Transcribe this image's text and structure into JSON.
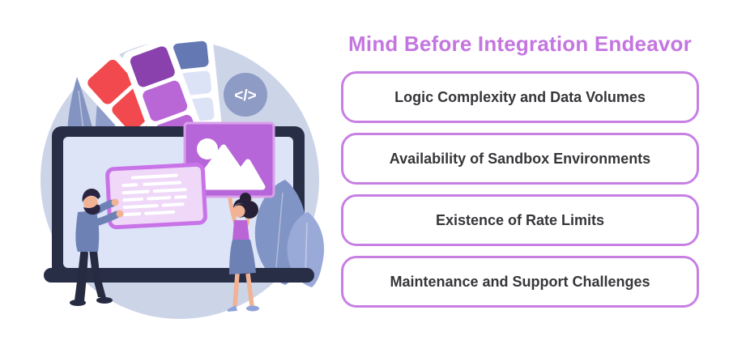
{
  "title": "Mind Before Integration Endeavor",
  "items": [
    {
      "label": "Logic Complexity and Data Volumes"
    },
    {
      "label": "Availability of Sandbox Environments"
    },
    {
      "label": "Existence of Rate Limits"
    },
    {
      "label": "Maintenance and Support Challenges"
    }
  ],
  "illustration": {
    "description": "Two people decorating a large laptop screen with a text card and an image card, color swatches and a code symbol above",
    "code_icon_glyph": "</>"
  },
  "colors": {
    "title_purple": "#c476e0",
    "box_border": "#c77fe3",
    "box_text": "#36363a",
    "box_background": "#ffffff",
    "illustration_circle": "#ccd4e8",
    "laptop_frame": "#272e45",
    "laptop_screen": "#dde4f8",
    "card_purple": "#b766d9",
    "card_pink_fill": "#efd8f8",
    "card_pink_border": "#c873e8",
    "swatch_red": "#f2494e",
    "swatch_dark_purple": "#8a41ad",
    "swatch_blue": "#6478b4",
    "leaf_blue_gray": "#8d9cc8",
    "skin": "#f2b294",
    "shirt_blue": "#6d81b5",
    "hair_dark": "#2a2440"
  }
}
